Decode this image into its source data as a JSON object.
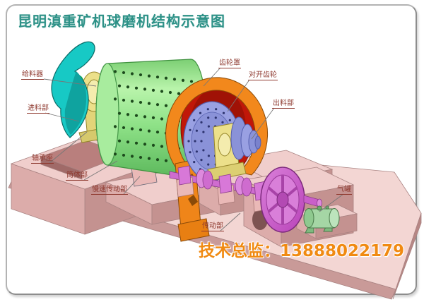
{
  "title": "昆明滇重矿机球磨机结构示意图",
  "contact": {
    "label": "技术总监：",
    "phone": "13888022179",
    "full": "技术总监：13888022179"
  },
  "part_labels": [
    {
      "id": "feeder",
      "text": "给料器"
    },
    {
      "id": "feed-section",
      "text": "进料部"
    },
    {
      "id": "bearing-seat",
      "text": "轴承座"
    },
    {
      "id": "cylinder-section",
      "text": "筒体部"
    },
    {
      "id": "slow-drive-section",
      "text": "慢速传动部"
    },
    {
      "id": "gear-cover",
      "text": "齿轮罩"
    },
    {
      "id": "split-gear",
      "text": "对开齿轮"
    },
    {
      "id": "discharge-section",
      "text": "出料部"
    },
    {
      "id": "air-tank",
      "text": "气罐"
    },
    {
      "id": "drive-section",
      "text": "传动部"
    }
  ],
  "colors": {
    "title_teal": "#2d9187",
    "label_red": "#8f3a30",
    "contact_orange": "#f08a12",
    "drum_green": "#8ee08a",
    "feeder_cyan": "#17c9c5",
    "foundation_pink": "#f0cecc",
    "gear_cover_orange": "#f2881c",
    "gear_red": "#c01708",
    "trunnion_lavender": "#99a0e2",
    "bearing_yellow": "#ece08a",
    "drive_magenta": "#cc5ecc",
    "air_tank_green": "#a5d6a5"
  }
}
